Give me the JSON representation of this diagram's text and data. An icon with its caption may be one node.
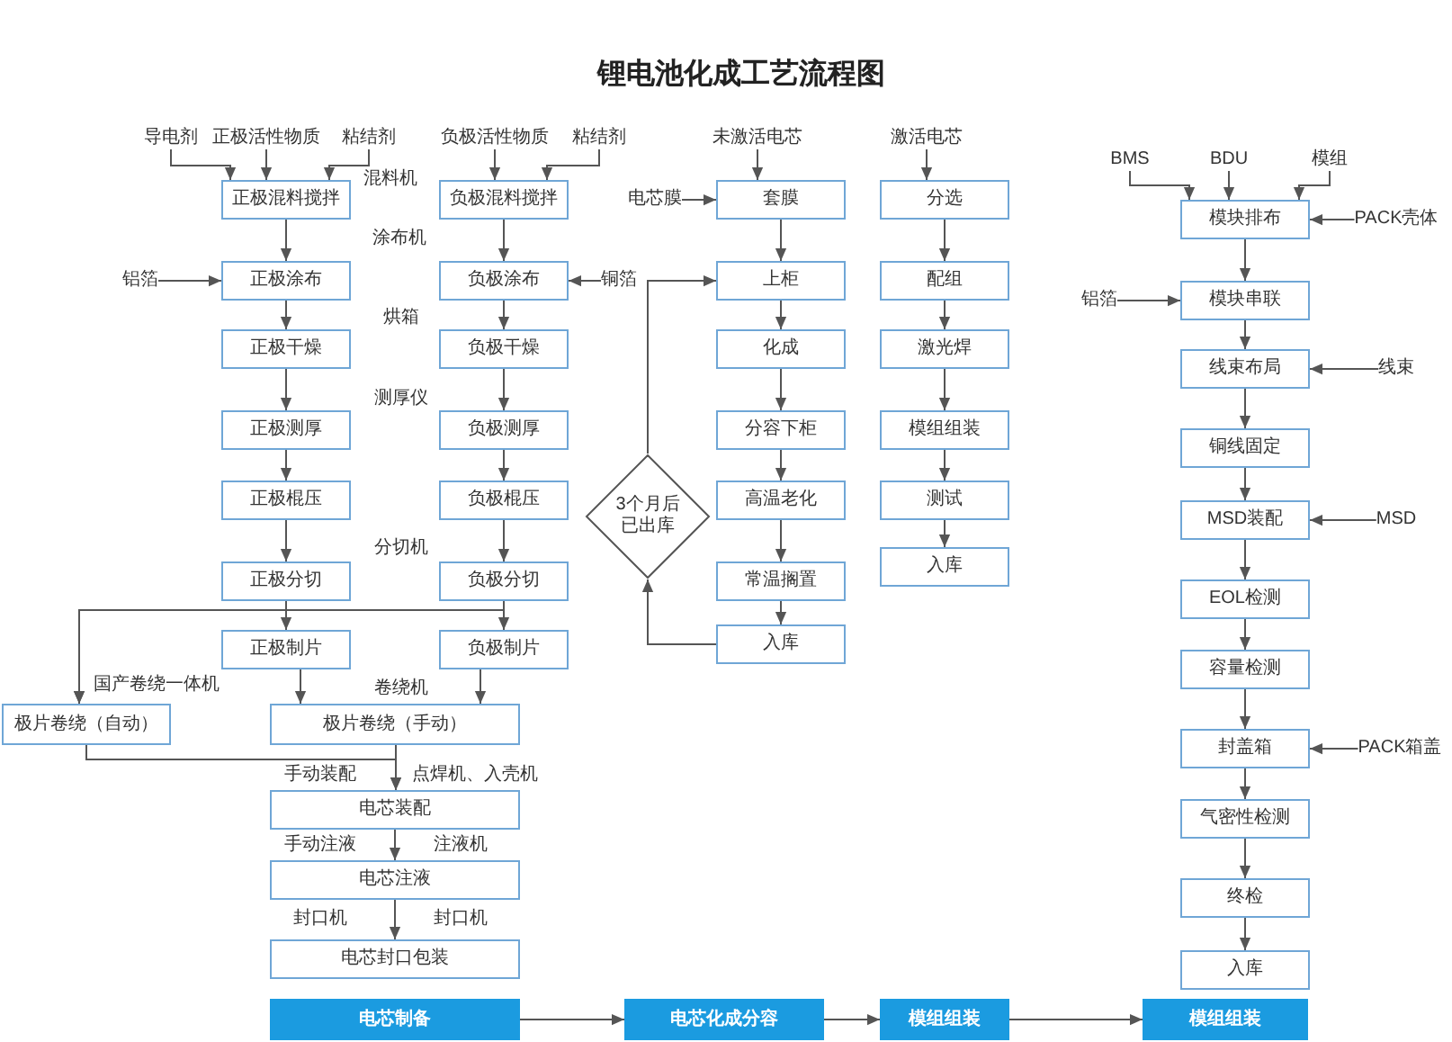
{
  "diagram": {
    "title": "锂电池化成工艺流程图",
    "nodes": [
      {
        "text": [
          "导电剂"
        ]
      },
      {
        "text": [
          "正极活性物质"
        ]
      },
      {
        "text": [
          "粘结剂"
        ]
      },
      {
        "text": [
          "负极活性物质"
        ]
      },
      {
        "text": [
          "粘结剂"
        ]
      },
      {
        "text": [
          "未激活电芯"
        ]
      },
      {
        "text": [
          "激活电芯"
        ]
      },
      {
        "text": [
          "BMS"
        ]
      },
      {
        "text": [
          "BDU"
        ]
      },
      {
        "text": [
          "模组"
        ]
      },
      {
        "text": [
          "正极混料搅拌"
        ]
      },
      {
        "text": [
          "负极混料搅拌"
        ]
      },
      {
        "text": [
          "电芯膜"
        ]
      },
      {
        "text": [
          "套膜"
        ]
      },
      {
        "text": [
          "分选"
        ]
      },
      {
        "text": [
          "模块排布"
        ]
      },
      {
        "text": [
          "PACK壳体"
        ]
      },
      {
        "text": [
          "铝箔"
        ]
      },
      {
        "text": [
          "正极涂布"
        ]
      },
      {
        "text": [
          "负极涂布"
        ]
      },
      {
        "text": [
          "铜箔"
        ]
      },
      {
        "text": [
          "上柜"
        ]
      },
      {
        "text": [
          "配组"
        ]
      },
      {
        "text": [
          "铝箔"
        ]
      },
      {
        "text": [
          "模块串联"
        ]
      },
      {
        "text": [
          "正极干燥"
        ]
      },
      {
        "text": [
          "负极干燥"
        ]
      },
      {
        "text": [
          "化成"
        ]
      },
      {
        "text": [
          "激光焊"
        ]
      },
      {
        "text": [
          "线束布局"
        ]
      },
      {
        "text": [
          "线束"
        ]
      },
      {
        "text": [
          "正极测厚"
        ]
      },
      {
        "text": [
          "负极测厚"
        ]
      },
      {
        "text": [
          "分容下柜"
        ]
      },
      {
        "text": [
          "模组组装"
        ]
      },
      {
        "text": [
          "铜线固定"
        ]
      },
      {
        "text": [
          "正极棍压"
        ]
      },
      {
        "text": [
          "负极棍压"
        ]
      },
      {
        "text": [
          "3个月后已出库"
        ]
      },
      {
        "text": [
          "高温老化"
        ]
      },
      {
        "text": [
          "测试"
        ]
      },
      {
        "text": [
          "MSD装配"
        ]
      },
      {
        "text": [
          "MSD"
        ]
      },
      {
        "text": [
          "正极分切"
        ]
      },
      {
        "text": [
          "负极分切"
        ]
      },
      {
        "text": [
          "常温搁置"
        ]
      },
      {
        "text": [
          "入库"
        ]
      },
      {
        "text": [
          "EOL检测"
        ]
      },
      {
        "text": [
          "正极制片"
        ]
      },
      {
        "text": [
          "负极制片"
        ]
      },
      {
        "text": [
          "入库"
        ]
      },
      {
        "text": [
          "容量检测"
        ]
      },
      {
        "text": [
          "极片卷绕（自动）"
        ]
      },
      {
        "text": [
          "极片卷绕（手动）"
        ]
      },
      {
        "text": [
          "封盖箱"
        ]
      },
      {
        "text": [
          "PACK箱盖"
        ]
      },
      {
        "text": [
          "电芯装配"
        ]
      },
      {
        "text": [
          "气密性检测"
        ]
      },
      {
        "text": [
          "电芯注液"
        ]
      },
      {
        "text": [
          "终检"
        ]
      },
      {
        "text": [
          "电芯封口包装"
        ]
      },
      {
        "text": [
          "入库"
        ]
      },
      {
        "text": [
          "电芯制备"
        ]
      },
      {
        "text": [
          "电芯化成分容"
        ]
      },
      {
        "text": [
          "模组组装"
        ]
      },
      {
        "text": [
          "模组组装"
        ]
      }
    ],
    "edges": [
      {
        "from": 0,
        "to": 10,
        "arrow": "to"
      },
      {
        "from": 1,
        "to": 10,
        "arrow": "to"
      },
      {
        "from": 2,
        "to": 10,
        "arrow": "to"
      },
      {
        "from": 3,
        "to": 11,
        "arrow": "to"
      },
      {
        "from": 4,
        "to": 11,
        "arrow": "to"
      },
      {
        "from": 5,
        "to": 13,
        "arrow": "to"
      },
      {
        "from": 6,
        "to": 14,
        "arrow": "to"
      },
      {
        "from": 7,
        "to": 15,
        "arrow": "to"
      },
      {
        "from": 8,
        "to": 15,
        "arrow": "to"
      },
      {
        "from": 9,
        "to": 15,
        "arrow": "to"
      },
      {
        "from": 16,
        "to": 15,
        "arrow": "to"
      },
      {
        "from": 10,
        "to": 18,
        "arrow": "to"
      },
      {
        "from": 17,
        "to": 18,
        "arrow": "to"
      },
      {
        "from": 11,
        "to": 19,
        "arrow": "to"
      },
      {
        "from": 20,
        "to": 19,
        "arrow": "to"
      },
      {
        "from": 12,
        "to": 13,
        "arrow": "to"
      },
      {
        "from": 13,
        "to": 21,
        "arrow": "to"
      },
      {
        "from": 14,
        "to": 22,
        "arrow": "to"
      },
      {
        "from": 15,
        "to": 24,
        "arrow": "to"
      },
      {
        "from": 23,
        "to": 24,
        "arrow": "to"
      },
      {
        "from": 18,
        "to": 25,
        "arrow": "to"
      },
      {
        "from": 19,
        "to": 26,
        "arrow": "to"
      },
      {
        "from": 21,
        "to": 27,
        "arrow": "to"
      },
      {
        "from": 22,
        "to": 28,
        "arrow": "to"
      },
      {
        "from": 24,
        "to": 29,
        "arrow": "to"
      },
      {
        "from": 30,
        "to": 29,
        "arrow": "to"
      },
      {
        "from": 25,
        "to": 31,
        "arrow": "to"
      },
      {
        "from": 26,
        "to": 32,
        "arrow": "to"
      },
      {
        "from": 27,
        "to": 33,
        "arrow": "to"
      },
      {
        "from": 28,
        "to": 34,
        "arrow": "to"
      },
      {
        "from": 29,
        "to": 35,
        "arrow": "to"
      },
      {
        "from": 31,
        "to": 36,
        "arrow": "to"
      },
      {
        "from": 32,
        "to": 37,
        "arrow": "to"
      },
      {
        "from": 33,
        "to": 39,
        "arrow": "to"
      },
      {
        "from": 34,
        "to": 40,
        "arrow": "to"
      },
      {
        "from": 35,
        "to": 41,
        "arrow": "to"
      },
      {
        "from": 42,
        "to": 41,
        "arrow": "to"
      },
      {
        "from": 36,
        "to": 43,
        "arrow": "to"
      },
      {
        "from": 37,
        "to": 44,
        "arrow": "to"
      },
      {
        "from": 39,
        "to": 45,
        "arrow": "to"
      },
      {
        "from": 40,
        "to": 46,
        "arrow": "to"
      },
      {
        "from": 41,
        "to": 47,
        "arrow": "to"
      },
      {
        "from": 38,
        "to": 21,
        "arrow": "to"
      },
      {
        "from": 45,
        "to": 50,
        "arrow": "to"
      },
      {
        "from": 50,
        "to": 38,
        "arrow": "to"
      },
      {
        "from": 43,
        "to": 48,
        "arrow": "to"
      },
      {
        "from": 44,
        "to": 49,
        "arrow": "to"
      },
      {
        "from": 43,
        "to": 52,
        "arrow": "to"
      },
      {
        "from": 44,
        "to": 52,
        "arrow": "to"
      },
      {
        "from": 47,
        "to": 51,
        "arrow": "to"
      },
      {
        "from": 48,
        "to": 53,
        "arrow": "to"
      },
      {
        "from": 49,
        "to": 53,
        "arrow": "to"
      },
      {
        "from": 51,
        "to": 54,
        "arrow": "to"
      },
      {
        "from": 55,
        "to": 54,
        "arrow": "to"
      },
      {
        "from": 52,
        "to": 56,
        "arrow": "to"
      },
      {
        "from": 53,
        "to": 56,
        "arrow": "to"
      },
      {
        "from": 54,
        "to": 57,
        "arrow": "to"
      },
      {
        "from": 56,
        "to": 58,
        "arrow": "to"
      },
      {
        "from": 57,
        "to": 59,
        "arrow": "to"
      },
      {
        "from": 58,
        "to": 60,
        "arrow": "to"
      },
      {
        "from": 59,
        "to": 61,
        "arrow": "to"
      },
      {
        "from": 62,
        "to": 63,
        "arrow": "to"
      },
      {
        "from": 63,
        "to": 64,
        "arrow": "to"
      },
      {
        "from": 64,
        "to": 65,
        "arrow": "to"
      }
    ],
    "labels": [
      "混料机",
      "涂布机",
      "烘箱",
      "测厚仪",
      "分切机",
      "国产卷绕一体机",
      "卷绕机",
      "手动装配",
      "点焊机、入壳机",
      "手动注液",
      "注液机",
      "封口机",
      "封口机"
    ]
  }
}
